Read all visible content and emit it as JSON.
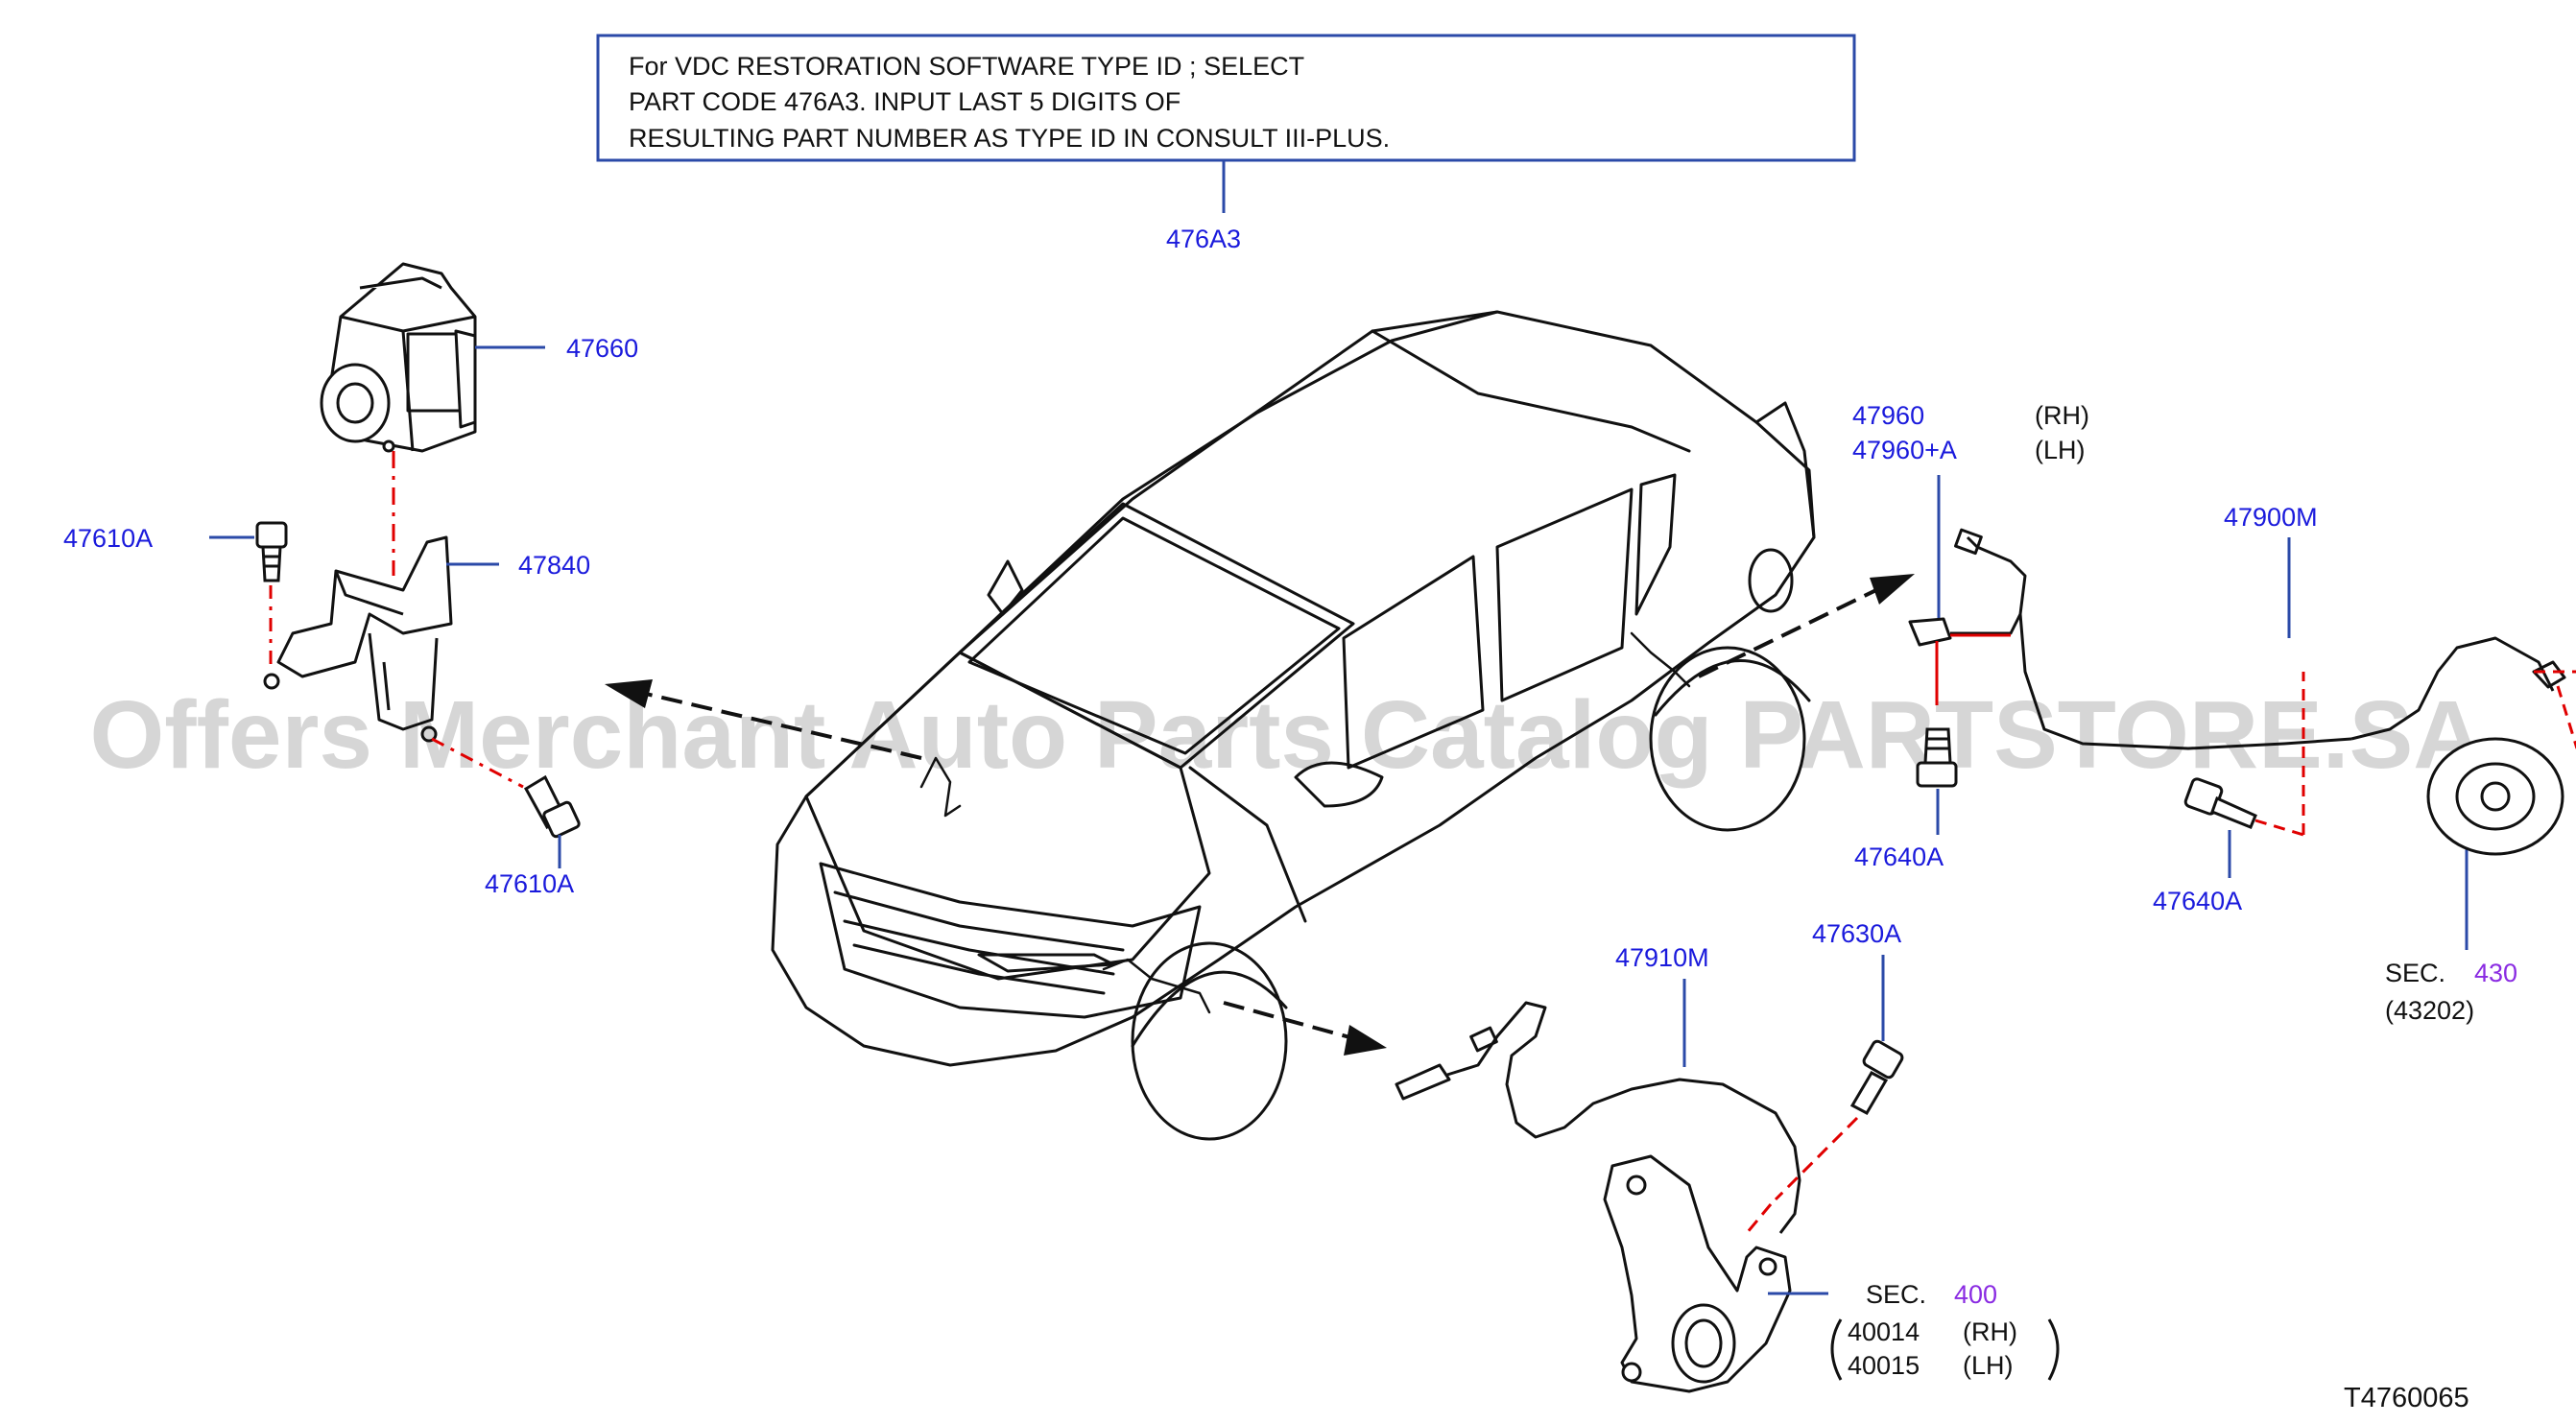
{
  "note": {
    "line1": "For  VDC  RESTORATION  SOFTWARE  TYPE  ID  ;  SELECT",
    "line2": "PART  CODE  476A3.  INPUT  LAST  5  DIGITS  OF",
    "line3": "RESULTING  PART  NUMBER  AS  TYPE  ID  IN  CONSULT  III-PLUS.",
    "ref": "476A3"
  },
  "parts": {
    "p47660": "47660",
    "p47610A_left": "47610A",
    "p47840": "47840",
    "p47610A_bottom": "47610A",
    "p47960": "47960",
    "p47960A": "47960+A",
    "rh1": "(RH)",
    "lh1": "(LH)",
    "p47900M": "47900M",
    "p47640A_mid": "47640A",
    "p47640A_right": "47640A",
    "sec430_label": "SEC.",
    "sec430_num": "430",
    "sec430_sub": "(43202)",
    "p47910M": "47910M",
    "p47630A": "47630A",
    "sec400_label": "SEC.",
    "sec400_num": "400",
    "p40014": "40014",
    "rh2": "(RH)",
    "p40015": "40015",
    "lh2": "(LH)"
  },
  "watermark": "Offers Merchant Auto Parts Catalog PARTSTORE.SA",
  "diagram_id": "T4760065",
  "colors": {
    "label_blue": "#1a1adc",
    "section_purple": "#8a2be2",
    "line_black": "#111111",
    "dash_red": "#e00000",
    "watermark_gray": "#c8c8c8",
    "box_border": "#2b4aa8"
  }
}
